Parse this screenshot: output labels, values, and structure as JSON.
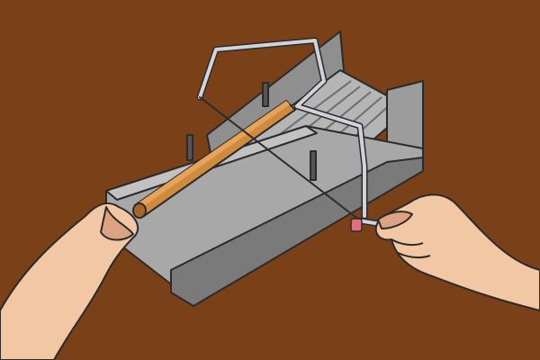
{
  "colors": {
    "background": "#7a4118",
    "box_light": "#a9a9a9",
    "box_mid": "#8c8c8c",
    "box_dark": "#6e6e6e",
    "box_floor": "#b3b3b3",
    "outline": "#2b2b2b",
    "dowel": "#d08a3e",
    "dowel_shade": "#a7652a",
    "saw_frame": "#cfd4da",
    "saw_handle_tip": "#e0707a",
    "skin": "#f2c7a4",
    "skin_shade": "#dba381"
  },
  "icons": {
    "tool": "mitre-box",
    "saw": "coping-saw",
    "workpiece": "wooden-dowel"
  }
}
